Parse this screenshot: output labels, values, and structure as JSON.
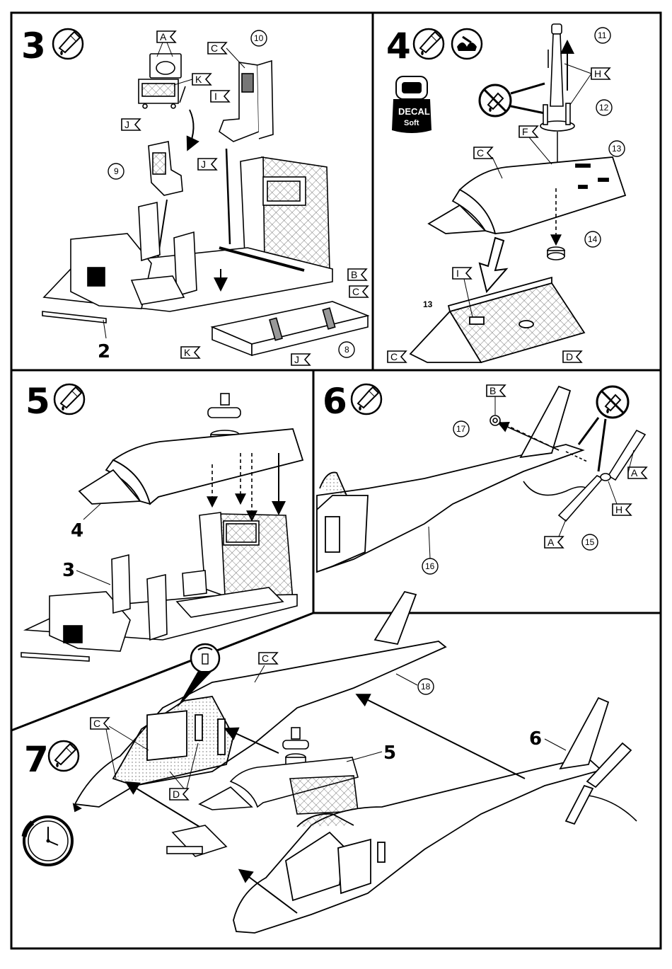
{
  "steps": [
    {
      "number": "3"
    },
    {
      "number": "4"
    },
    {
      "number": "5"
    },
    {
      "number": "6"
    },
    {
      "number": "7"
    }
  ],
  "decal_bottle": {
    "line1": "DECAL",
    "line2": "Soft"
  },
  "part_numbers": {
    "p8": "8",
    "p9": "9",
    "p10": "10",
    "p11": "11",
    "p12": "12",
    "p13": "13",
    "p13b": "13",
    "p14": "14",
    "p15": "15",
    "p16": "16",
    "p17": "17",
    "p18": "18"
  },
  "assembly_refs": {
    "a2": "2",
    "a3": "3",
    "a4": "4",
    "a5": "5",
    "a6": "6"
  },
  "colour_labels": {
    "A": "A",
    "B": "B",
    "C": "C",
    "D": "D",
    "F": "F",
    "H": "H",
    "I": "I",
    "J": "J",
    "K": "K"
  },
  "colors": {
    "line": "#000000",
    "background": "#ffffff",
    "mesh": "#777777"
  },
  "icons": [
    "glue-tube-icon",
    "decal-water-icon",
    "no-glue-icon",
    "clock-icon"
  ]
}
